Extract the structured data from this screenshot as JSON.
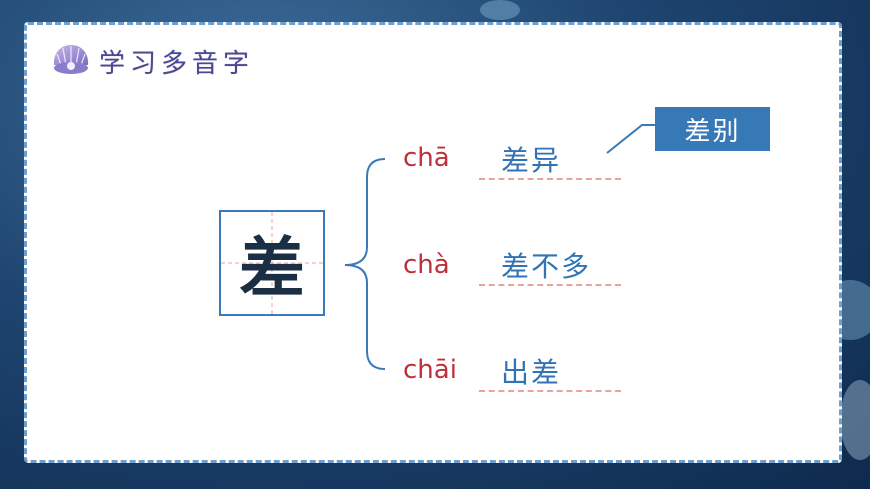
{
  "header": {
    "title": "学习多音字",
    "icon": "shell-icon"
  },
  "character": "差",
  "readings": [
    {
      "pinyin": "chā",
      "word": "差异"
    },
    {
      "pinyin": "chà",
      "word": "差不多"
    },
    {
      "pinyin": "chāi",
      "word": "出差"
    }
  ],
  "note": "差别",
  "colors": {
    "title": "#4a4891",
    "pinyin": "#c0303c",
    "word": "#3173b4",
    "accent": "#3779b6",
    "underline": "#e7a2a2"
  }
}
